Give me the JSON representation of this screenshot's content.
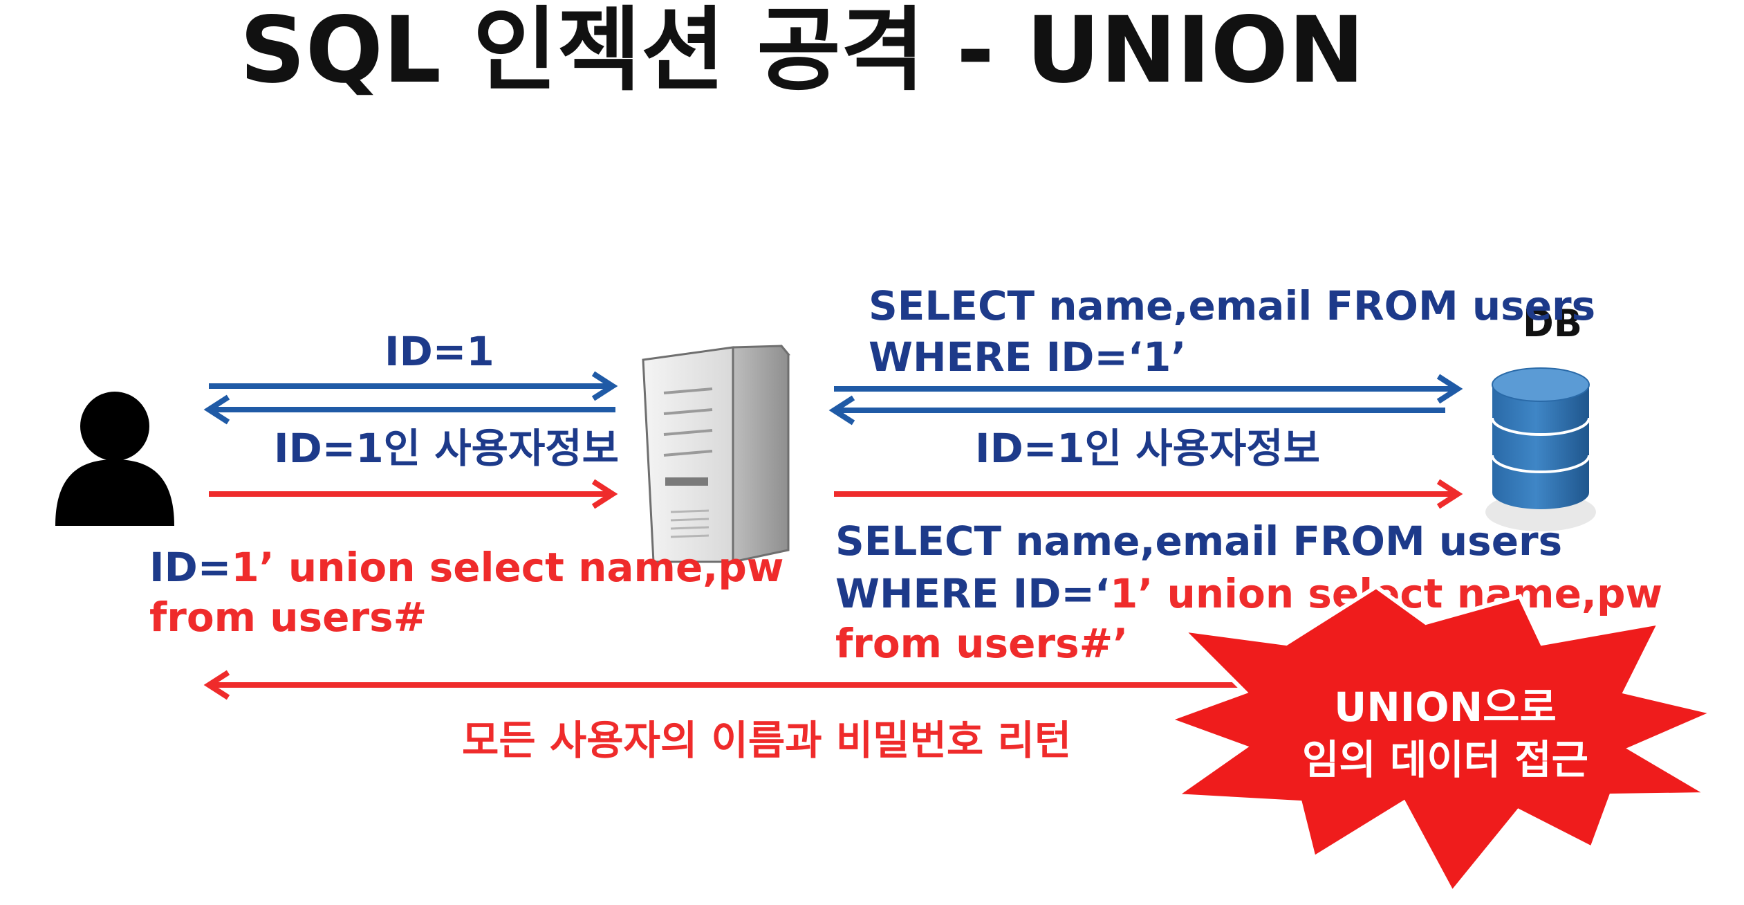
{
  "title": "SQL 인젝션 공격  -  UNION",
  "colors": {
    "normal_flow": "#1f5aa6",
    "attack_flow": "#ef2b2b",
    "label_blue": "#1d3a8a",
    "db_blue": "#2f74b5"
  },
  "icons": {
    "user": "person-silhouette-icon",
    "server": "server-tower-icon",
    "database": "database-cylinder-icon"
  },
  "normal": {
    "client_request": "ID=1",
    "server_response": "ID=1인 사용자정보",
    "query_line1": "SELECT name,email FROM users",
    "query_line2": "WHERE ID=‘1’",
    "db_response": "ID=1인 사용자정보"
  },
  "db_label": "DB",
  "attack": {
    "client_input": {
      "prefix": "ID=",
      "payload_line1": "1’ union select name,pw",
      "payload_line2": "from users#"
    },
    "query": {
      "line1": "SELECT name,email FROM users",
      "line2_prefix": "WHERE ID=‘",
      "line2_payload": "1’ union select name,pw",
      "line3_payload": "from users#",
      "line3_suffix": "’"
    },
    "result": "모든 사용자의 이름과 비밀번호 리턴"
  },
  "callout": {
    "line1": "UNION으로",
    "line2": "임의 데이터 접근"
  }
}
